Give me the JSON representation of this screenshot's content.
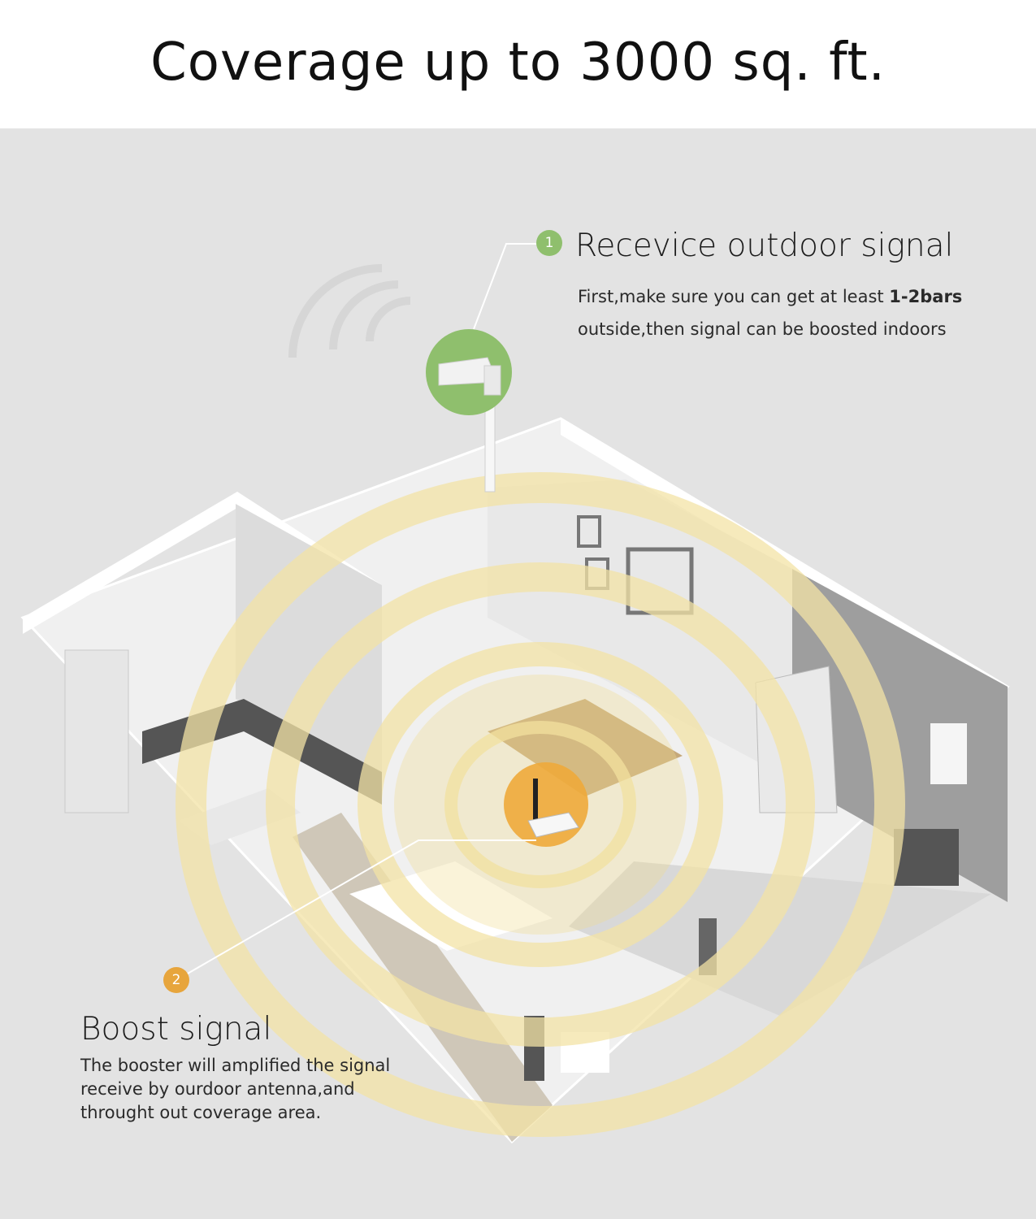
{
  "header": {
    "title": "Coverage up to 3000 sq. ft."
  },
  "steps": [
    {
      "number": "1",
      "title": "Recevice outdoor signal",
      "desc_before": "First,make sure you can get at least ",
      "desc_bold": "1-2bars",
      "desc_after": "outside,then signal can be boosted indoors",
      "color": "#8fbf6d"
    },
    {
      "number": "2",
      "title": "Boost signal",
      "desc_lines": [
        "The booster will amplified the signal",
        "receive by ourdoor antenna,and",
        "throught out coverage area."
      ],
      "color": "#e7a53c"
    }
  ],
  "icons": {
    "outdoor_antenna": "yagi-antenna-icon",
    "booster": "signal-booster-icon"
  },
  "colors": {
    "background": "#e3e3e3",
    "signal_rings": "#f3e3a6"
  }
}
